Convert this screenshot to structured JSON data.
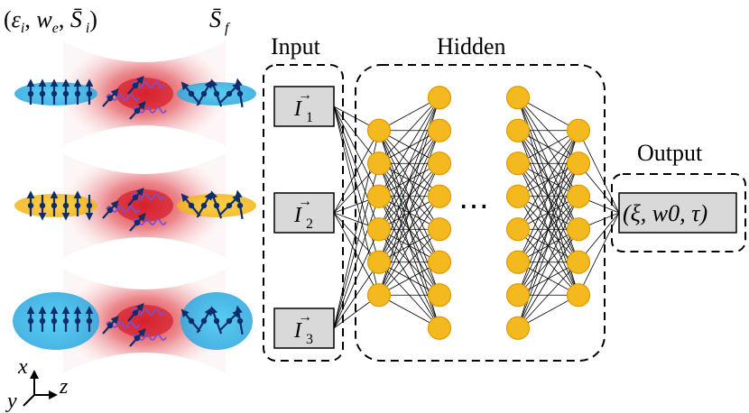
{
  "labels": {
    "initial_params": "(εi, we, S̄i)",
    "final_param": "S̄f",
    "input": "Input",
    "hidden": "Hidden",
    "output": "Output",
    "output_vector": "(ξ, w0, τ)",
    "ellipsis": "⋯"
  },
  "inputs": [
    {
      "symbol": "I",
      "sub": "1"
    },
    {
      "symbol": "I",
      "sub": "2"
    },
    {
      "symbol": "I",
      "sub": "3"
    }
  ],
  "axes": {
    "x": "x",
    "y": "y",
    "z": "z"
  },
  "network": {
    "input_count": 3,
    "hidden_layers": [
      6,
      8,
      8,
      6
    ],
    "output_count": 1
  },
  "beams": [
    {
      "bunch_color": "blue",
      "bunch_size": "small"
    },
    {
      "bunch_color": "yellow",
      "bunch_size": "small"
    },
    {
      "bunch_color": "blue",
      "bunch_size": "large"
    }
  ],
  "colors": {
    "node_fill": "#f5b920",
    "node_stroke": "#e09a00",
    "box_fill": "#d9d9d9",
    "spin": "#0d2d6b",
    "photon": "#7b4fd6",
    "laser": "#d61e2a",
    "bunch_blue": "#36b8ea",
    "bunch_yellow": "#f6c12e"
  }
}
